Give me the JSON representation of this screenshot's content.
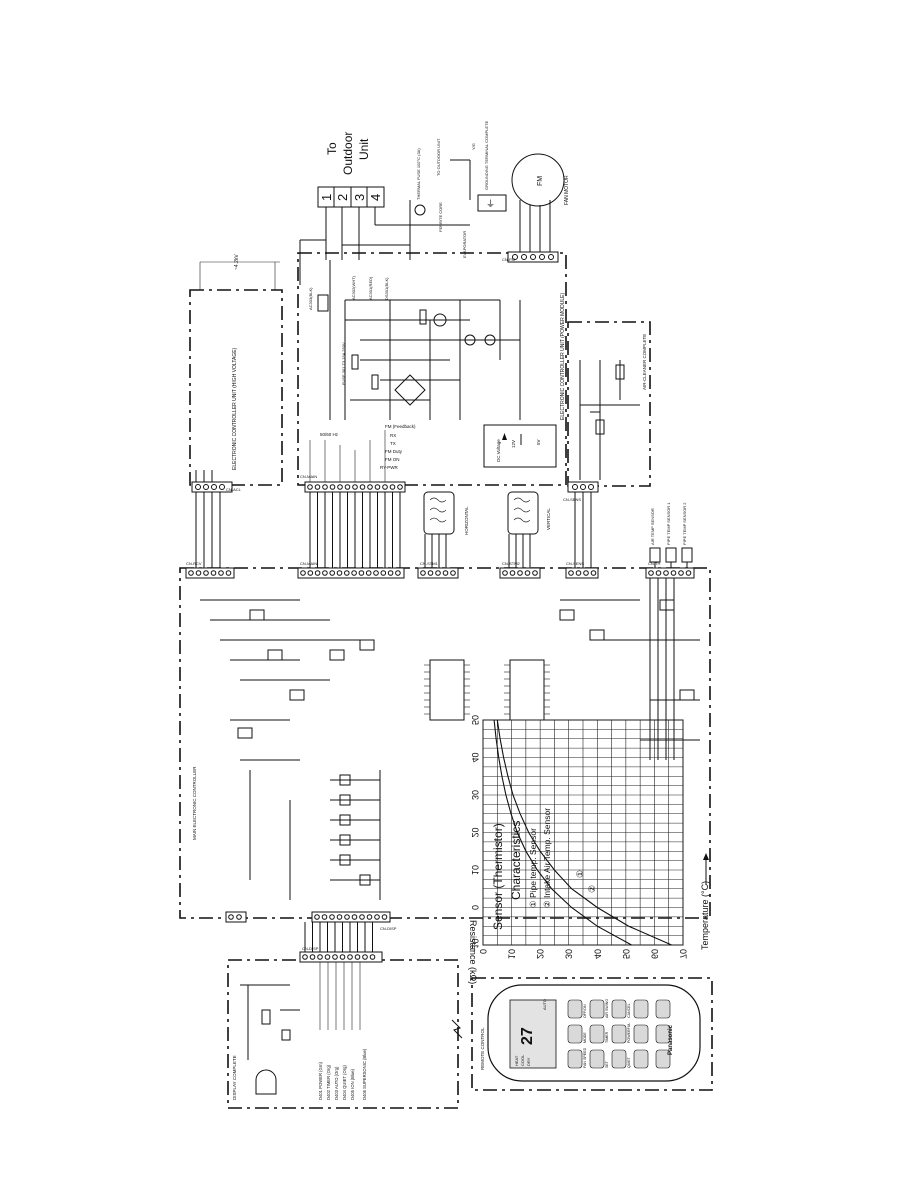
{
  "outdoor": {
    "line1": "To",
    "line2": "Outdoor",
    "line3": "Unit",
    "terminals": [
      "1",
      "2",
      "3",
      "4"
    ]
  },
  "outdoor_side_labels": [
    "TO OUTDOOR UNIT",
    "THERMAL FUSE 102°C (3A)",
    "GROUNDING TERMINAL COMPLETE",
    "FAN MOTOR",
    "FERRITE CORE",
    "EVAPORATOR",
    "FM",
    "Y/G"
  ],
  "blocks": {
    "main_controller": "MAIN ELECTRONIC CONTROLLER",
    "hv_unit": "ELECTRONIC CONTROLLER UNIT (HIGH VOLTAGE)",
    "power_module": "ELECTRONIC CONTROLLER UNIT (POWER MODULE)",
    "air_cleaner": "AIR-CLEANER COMPLETE",
    "display": "DISPLAY COMPLETE",
    "remote": "REMOTE CONTROL"
  },
  "signals": [
    "FM (Feedback)",
    "RX",
    "TX",
    "FM Duty",
    "FM ON",
    "RY-PWR",
    "50/60 Hz"
  ],
  "louvers": [
    "HORIZONTAL",
    "VERTICAL"
  ],
  "sensors": [
    "AIR TEMP SENSOR",
    "PIPE TEMP SENSOR 1",
    "PIPE TEMP SENSOR 2"
  ],
  "display_leds": [
    "D401 POWER (Grn)",
    "D402 TIMER (Org)",
    "D403 AUTO (Org)",
    "D404 QUIET (Org)",
    "D405 ION (Blue)",
    "D406 SUPERSONIC (Blue)"
  ],
  "connectors": [
    "CN-DISP",
    "CN-DISP",
    "CN-RCV",
    "CN-MAIN",
    "CN-MAIN",
    "CN-STM1",
    "CN-STM2",
    "CN-SENS",
    "CN-SENS",
    "CN-TH",
    "CN-FM",
    "CN-ACL"
  ],
  "dc_voltage": {
    "title": "DC Voltage",
    "v1": "12V",
    "v2": "5V"
  },
  "hv_voltage": "~4.2kV",
  "fuse": "FUSE 301 T3.15A 250V",
  "relays": [
    "AC303(BLK)",
    "AC302(WHT)",
    "AC301(RED)",
    "DS301(BLK)"
  ],
  "sensor_chart": {
    "title_line1": "Sensor (Thermistor)",
    "title_line2": "Characteristics",
    "legend1": "① Pipe temp. Sensor",
    "legend2": "② Intake Air Temp. Sensor",
    "ylabel": "Resistance (kΩ)",
    "xlabel": "Temperature (°C)",
    "marker1": "①",
    "marker2": "②"
  },
  "chart_data": {
    "type": "line",
    "title": "Sensor (Thermistor) Characteristics",
    "xlabel": "Temperature (°C)",
    "ylabel": "Resistance (kΩ)",
    "xlim": [
      -10,
      50
    ],
    "ylim": [
      0,
      70
    ],
    "xticks": [
      -10,
      0,
      10,
      20,
      30,
      40,
      50
    ],
    "yticks": [
      0,
      10,
      20,
      30,
      40,
      50,
      60,
      70
    ],
    "grid": true,
    "series": [
      {
        "name": "① Pipe temp. Sensor",
        "x": [
          -10,
          -5,
          0,
          5,
          10,
          15,
          20,
          25,
          30,
          35,
          40,
          45,
          50
        ],
        "y": [
          66,
          51,
          40,
          31,
          25,
          20,
          16,
          13,
          10.5,
          8.7,
          7.2,
          6.0,
          5.0
        ]
      },
      {
        "name": "② Intake Air Temp. Sensor",
        "x": [
          -10,
          -5,
          0,
          5,
          10,
          15,
          20,
          25,
          30,
          35,
          40,
          45,
          50
        ],
        "y": [
          52,
          40,
          31,
          24,
          19,
          15,
          12,
          9.8,
          8.0,
          6.6,
          5.5,
          4.6,
          3.9
        ]
      }
    ]
  },
  "remote_labels": [
    "OFF/ON",
    "MODE",
    "FAN SPEED",
    "AIR SWING",
    "TIMER",
    "SET",
    "CANCEL",
    "POWERFUL",
    "QUIET",
    "AUTO",
    "HEAT",
    "COOL",
    "DRY",
    "Panasonic"
  ],
  "remote_display": "27"
}
